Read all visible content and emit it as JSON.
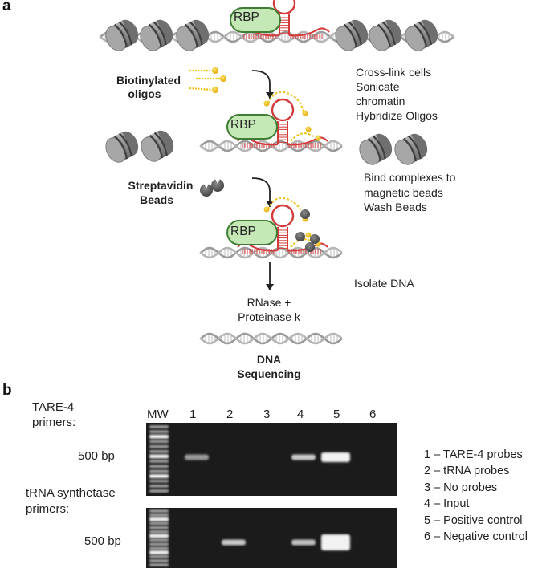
{
  "panel_a": {
    "letter": "a",
    "rbp_label": "RBP",
    "left_labels": {
      "biotinylated_line1": "Biotinylated",
      "biotinylated_line2": "oligos",
      "streptavidin_line1": "Streptavidin",
      "streptavidin_line2": "Beads"
    },
    "steps": {
      "step1": [
        "Cross-link cells",
        "Sonicate",
        "chromatin",
        "Hybridize Oligos"
      ],
      "step2": [
        "Bind complexes to",
        "magnetic beads",
        "Wash Beads"
      ],
      "step3": [
        "Isolate DNA"
      ]
    },
    "rnase_line1": "RNase +",
    "rnase_line2": "Proteinase k",
    "final_line1": "DNA",
    "final_line2": "Sequencing"
  },
  "panel_b": {
    "letter": "b",
    "mw_label": "MW",
    "lanes": [
      "1",
      "2",
      "3",
      "4",
      "5",
      "6"
    ],
    "gel_top": {
      "primer_line1": "TARE-4",
      "primer_line2": "primers:",
      "size_label": "500 bp",
      "band_intensity": [
        0.45,
        0,
        0,
        0.75,
        1.0,
        0
      ]
    },
    "gel_bottom": {
      "primer_line1": "tRNA synthetase",
      "primer_line2": "primers:",
      "size_label": "500 bp",
      "band_intensity": [
        0,
        0.75,
        0,
        0.7,
        1.0,
        0
      ]
    },
    "legend": [
      "1 – TARE-4 probes",
      "2 – tRNA probes",
      "3 – No probes",
      "4 – Input",
      "5 – Positive control",
      "6 – Negative control"
    ]
  },
  "colors": {
    "rbp_fill": "#c5e8b7",
    "rbp_stroke": "#3e7d34",
    "rna_red": "#d43a3a",
    "oligo_yellow": "#f2c21b",
    "nucleosome": "#8e8e8e",
    "bead": "#5a5a5a",
    "gel_bg": "#1b1b1b",
    "band": "#f2f2f2"
  }
}
